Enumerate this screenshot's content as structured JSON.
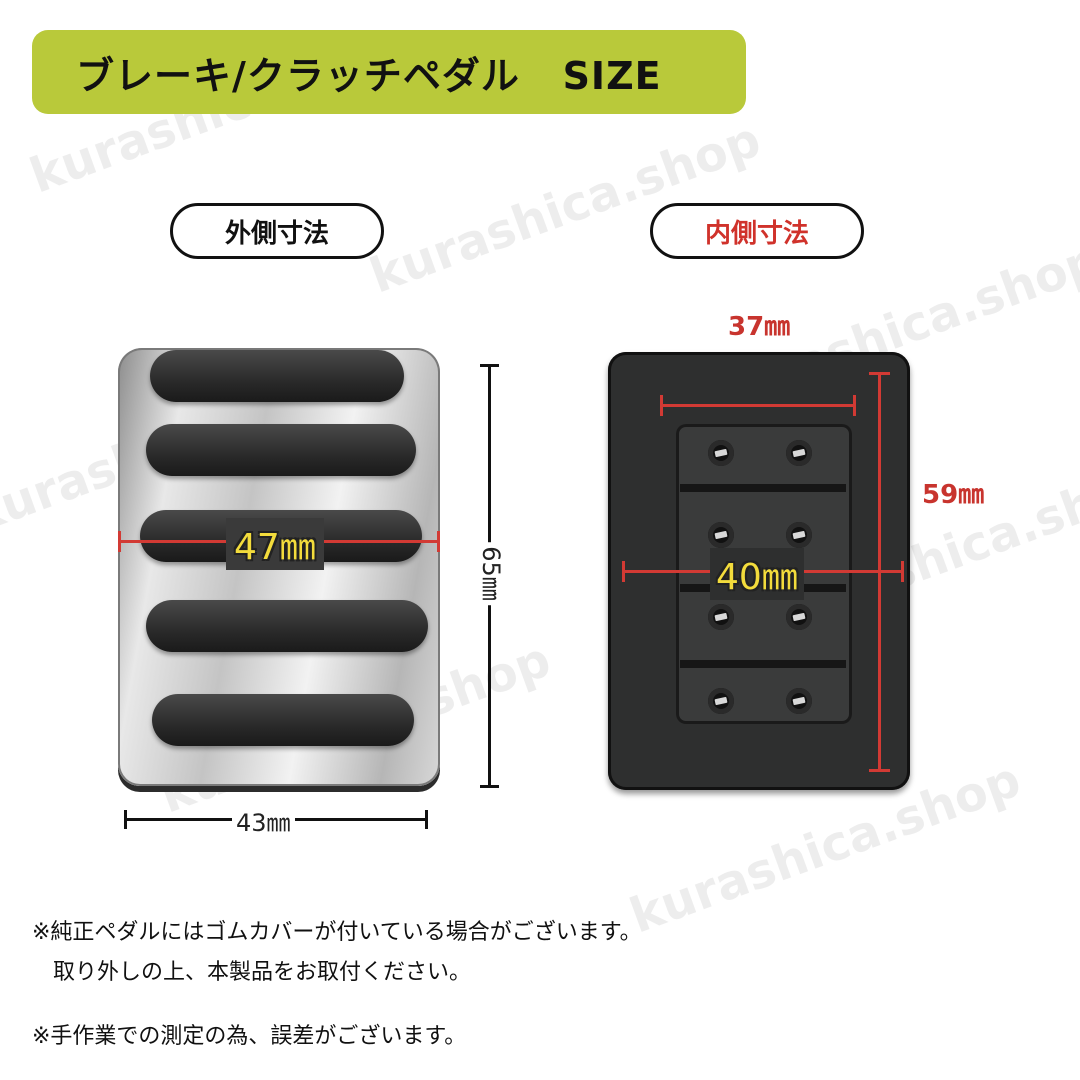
{
  "banner": {
    "title": "ブレーキ/クラッチペダル   SIZE"
  },
  "outer": {
    "pill_label": "外側寸法",
    "inner_width_label": "47㎜",
    "bottom_width_label": "43㎜",
    "height_label": "65㎜"
  },
  "inner": {
    "pill_label": "内側寸法",
    "top_width_label": "37㎜",
    "height_label": "59㎜",
    "width_label": "40㎜"
  },
  "notes": {
    "line1": "※純正ペダルにはゴムカバーが付いている場合がございます。",
    "line2": "   取り外しの上、本製品をお取付ください。",
    "line3": "※手作業での測定の為、誤差がございます。"
  },
  "watermark": "kurashica.shop",
  "colors": {
    "banner": "#b9c93a",
    "dimension_red": "#d23a34",
    "label_yellow": "#f3dc3c"
  }
}
